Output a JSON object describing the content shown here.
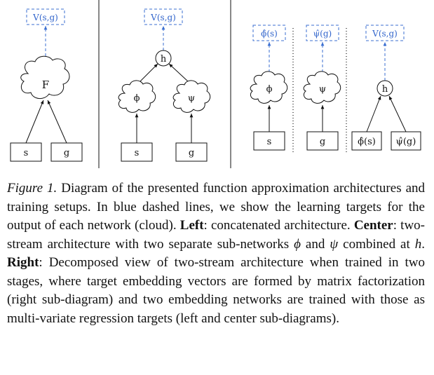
{
  "figure": {
    "left": {
      "target": "V(s,g)",
      "cloud": "F",
      "input_s": "s",
      "input_g": "g"
    },
    "center": {
      "target": "V(s,g)",
      "combiner": "h",
      "phi": "ϕ",
      "psi": "ψ",
      "input_s": "s",
      "input_g": "g"
    },
    "right": {
      "sub1": {
        "target": "ϕ̂(s)",
        "cloud": "ϕ",
        "input": "s"
      },
      "sub2": {
        "target": "ψ̂(g)",
        "cloud": "ψ",
        "input": "g"
      },
      "sub3": {
        "target": "V(s,g)",
        "combiner": "h",
        "input_phi": "ϕ̂(s)",
        "input_psi": "ψ̂(g)"
      }
    }
  },
  "caption": {
    "label": "Figure 1.",
    "t1": " Diagram of the presented function approximation architectures and training setups. In blue dashed lines, we show the learning targets for the output of each network (cloud). ",
    "left_b": "Left",
    "t2": ": concatenated architecture. ",
    "center_b": "Center",
    "t3": ": two-stream architecture with two separate sub-networks ",
    "phi": "ϕ",
    "t4": " and ",
    "psi": "ψ",
    "t5": " combined at ",
    "h": "h",
    "t6": ". ",
    "right_b": "Right",
    "t7": ": Decomposed view of two-stream architecture when trained in two stages, where target embedding vectors are formed by matrix factorization (right sub-diagram) and two embedding networks are trained with those as multi-variate regression targets (left and center sub-diagrams)."
  }
}
